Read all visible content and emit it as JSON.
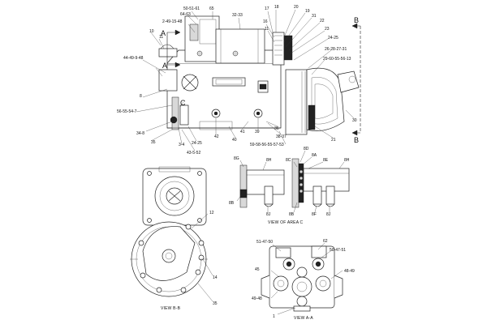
{
  "main_labels": [
    "50-51-61",
    "65",
    "64-63",
    "2-49-15-48",
    "32-33",
    "17",
    "18",
    "16",
    "20",
    "19",
    "31",
    "22",
    "11",
    "23",
    "24-25",
    "26-28-27-31",
    "29-60-55-56-13",
    "10",
    "11",
    "44-49-9-48",
    "8",
    "56-55-54-7",
    "34-8",
    "35",
    "3-4",
    "43-5-52",
    "24-25",
    "42",
    "40",
    "41",
    "39",
    "36",
    "38-37",
    "59-58-56-55-57-53",
    "21",
    "30"
  ],
  "section_markers": {
    "a_top": "A",
    "a_bottom": "A",
    "b_top": "B",
    "b_bottom": "B",
    "c": "C"
  },
  "view_c": {
    "caption": "VIEW OF AREA C",
    "labels": [
      "8G",
      "8H",
      "8C",
      "8D",
      "8A",
      "8E",
      "8H",
      "8B",
      "8J",
      "8B",
      "8F",
      "8J"
    ]
  },
  "view_bb": {
    "caption": "VIEW B-B",
    "labels": [
      "12",
      "14",
      "35"
    ]
  },
  "view_aa": {
    "caption": "VIEW A-A",
    "labels": [
      "51-47-50",
      "62",
      "50-47-51",
      "45",
      "48-49",
      "49-48",
      "1"
    ]
  }
}
